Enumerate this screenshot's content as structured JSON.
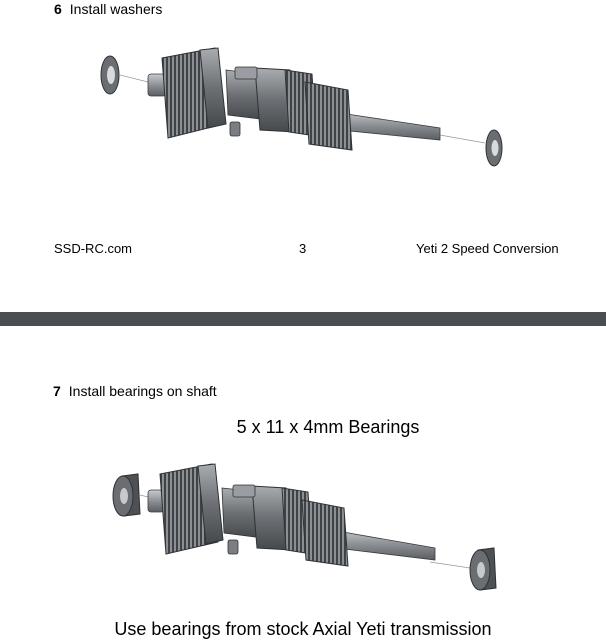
{
  "page1": {
    "step": {
      "number": "6",
      "title": "Install washers"
    },
    "footer": {
      "left": "SSD-RC.com",
      "center": "3",
      "right": "Yeti 2 Speed Conversion"
    }
  },
  "page2": {
    "step": {
      "number": "7",
      "title": "Install bearings on shaft"
    },
    "spec_label": "5 x 11 x 4mm Bearings",
    "note": "Use bearings from stock Axial Yeti transmission"
  },
  "colors": {
    "separator": "#4a4e52",
    "part_dark": "#555a5e",
    "part_mid": "#8a8e92",
    "part_light": "#b8bcbf"
  },
  "icons": [
    "shaft-assembly-illustration",
    "washer-icon",
    "bearing-icon"
  ]
}
